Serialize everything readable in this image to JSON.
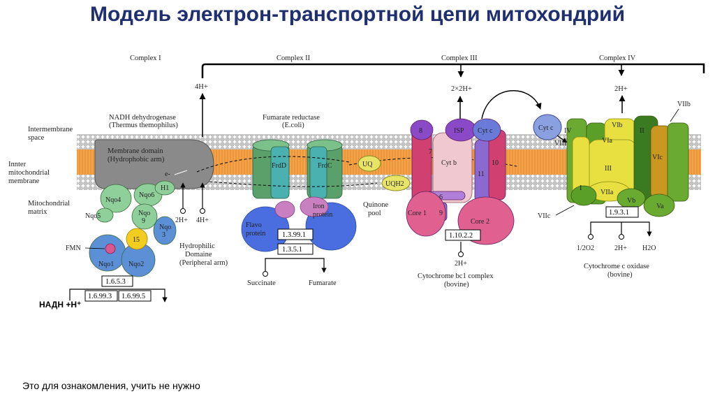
{
  "title": "Модель электрон-транспортной цепи митохондрий",
  "footnote": "Это для ознакомления, учить не нужно",
  "nadh_label": "НАДН +Н⁺",
  "colors": {
    "title": "#1f2f6f",
    "membrane_tail": "#f5a34a",
    "membrane_head": "#c8c8c8",
    "membrane_domain": "#8a8a8a",
    "nqo_green": "#8fcf9a",
    "nqo_blue": "#5b8fd6",
    "frd_green": "#5aa06a",
    "frd_teal": "#4ab0b0",
    "cytc": "#8aa0e0",
    "core_pink": "#e06090",
    "cox_green": "#6aaa30",
    "cox_yellow": "#e8e040"
  },
  "membrane": {
    "intermembrane_label": [
      "Intermembrane",
      "space"
    ],
    "inner_label": [
      "Innter",
      "mitochondrial",
      "membrane"
    ],
    "matrix_label": [
      "Mitochondrial",
      "matrix"
    ]
  },
  "complexes": {
    "c1": {
      "header": "Complex I",
      "name": [
        "NADH dehydrogenase",
        "(Thermus themophilus)"
      ],
      "membrane_domain": [
        "Membrane domain",
        "(Hydrophobic arm)"
      ],
      "hydrophilic": [
        "Hydrophilic",
        "Domaine",
        "(Peripheral arm)"
      ],
      "subunits": {
        "nqo4": "Nqo4",
        "nqo6": "Nqo6",
        "nqo5": "Nqo5",
        "nqo9": [
          "Nqo",
          "9"
        ],
        "nqo3": [
          "Nqo",
          "3"
        ],
        "n15": "15",
        "nqo1": "Nqo1",
        "nqo2": "Nqo2",
        "h1": "H1"
      },
      "fmn": "FMN",
      "e_label": "e-",
      "proton_out": "4H+",
      "proton_in": [
        "2H+",
        "4H+"
      ],
      "ec": [
        "1.6.5.3",
        "1.6.99.3",
        "1.6.99.5"
      ]
    },
    "c2": {
      "header": "Complex II",
      "name": [
        "Fumarate reductase",
        "(E.coli)"
      ],
      "frdd": "FrdD",
      "frdc": "FrdC",
      "flavo": [
        "Flavo",
        "protein"
      ],
      "iron": [
        "Iron",
        "protein"
      ],
      "ec": [
        "1.3.99.1",
        "1.3.5.1"
      ],
      "succinate": "Succinate",
      "fumarate": "Fumarate"
    },
    "quinone": {
      "uq": "UQ",
      "uqh2": "UQH2",
      "pool": [
        "Quinone",
        "pool"
      ]
    },
    "c3": {
      "header": "Complex III",
      "name": [
        "Cytochrome bc1 complex",
        "(bovine)"
      ],
      "proton_out": "2×2H+",
      "proton_in": "2H+",
      "subunits": {
        "s8": "8",
        "isp": "ISP",
        "cytc": "Cyt c",
        "cytb": "Cyt b",
        "s7": "7",
        "s10": "10",
        "s11": "11",
        "s6": "6",
        "s9": "9",
        "core1": "Core 1",
        "core2": "Core 2"
      },
      "ec": "1.10.2.2"
    },
    "cytc_mobile": "Cyt c",
    "c4": {
      "header": "Complex IV",
      "name": [
        "Cytochrome c oxidase",
        "(bovine)"
      ],
      "proton_out": "2H+",
      "subunits": {
        "iv": "IV",
        "viii": "VIII",
        "vib": "VIb",
        "via": "VIa",
        "iii": "III",
        "ii": "II",
        "vic": "VIc",
        "viib": "VIIb",
        "viia": "VIIa",
        "vb": "Vb",
        "va": "Va",
        "i": "I",
        "viic": "VIIc"
      },
      "ec": "1.9.3.1",
      "outputs": [
        "1/2O2",
        "2H+",
        "H2O"
      ]
    }
  }
}
